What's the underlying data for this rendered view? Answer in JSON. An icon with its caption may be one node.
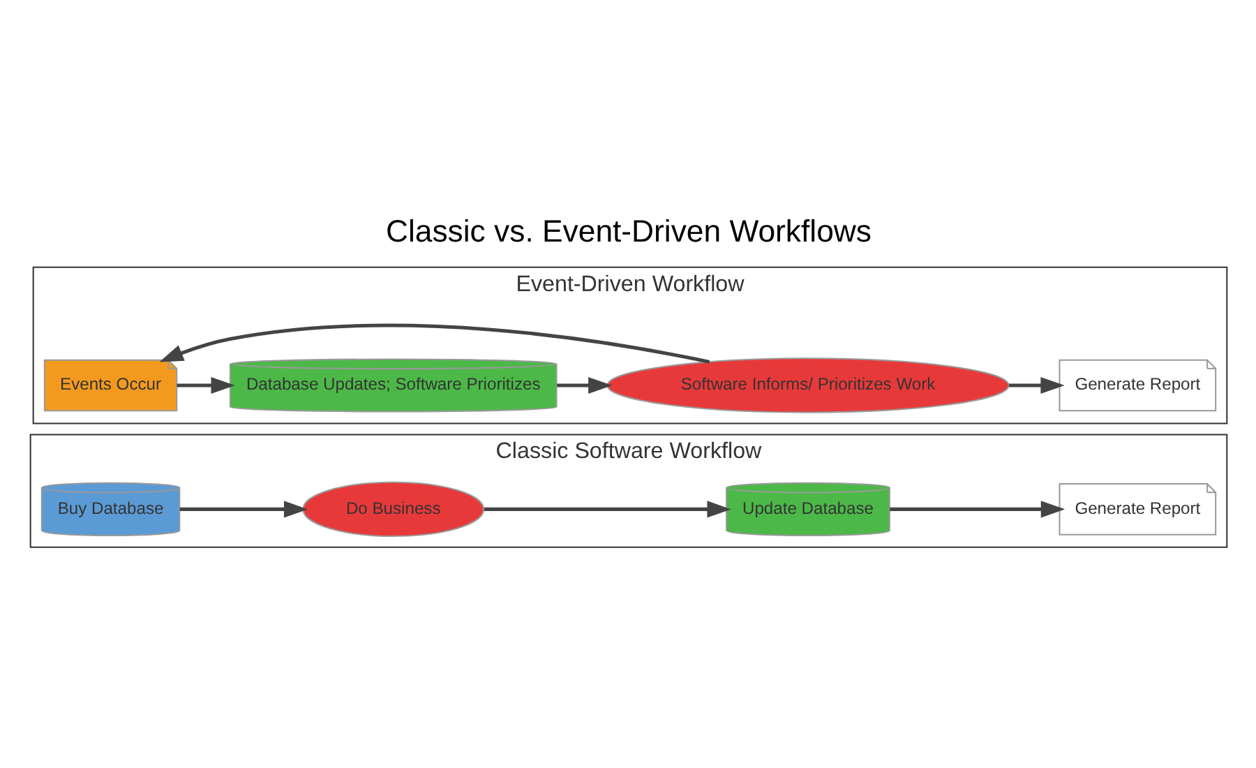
{
  "diagram": {
    "title": "Classic vs. Event-Driven Workflows",
    "nodes": [
      {
        "text": [
          "Classic Software Workflow"
        ]
      },
      {
        "text": [
          "Buy Database"
        ],
        "in": 0
      },
      {
        "text": [
          "Do Business"
        ],
        "in": 0
      },
      {
        "text": [
          "Update Database"
        ],
        "in": 0
      },
      {
        "text": [
          "Generate Report"
        ],
        "in": 0
      },
      {
        "text": [
          "Event-Driven Workflow"
        ]
      },
      {
        "text": [
          "Events Occur"
        ],
        "in": 5
      },
      {
        "text": [
          "Database Updates; Software Prioritizes"
        ],
        "in": 5
      },
      {
        "text": [
          "Software Informs/ Prioritizes Work"
        ],
        "in": 5
      },
      {
        "text": [
          "Generate Report"
        ],
        "in": 5
      }
    ],
    "edges": [
      {
        "from": 1,
        "to": 2,
        "arrow": "to"
      },
      {
        "from": 2,
        "to": 3,
        "arrow": "to"
      },
      {
        "from": 3,
        "to": 4,
        "arrow": "to"
      },
      {
        "from": 6,
        "to": 7,
        "arrow": "to"
      },
      {
        "from": 7,
        "to": 8,
        "arrow": "to"
      },
      {
        "from": 8,
        "to": 9,
        "arrow": "to"
      },
      {
        "from": 8,
        "to": 6,
        "arrow": "to"
      }
    ]
  }
}
